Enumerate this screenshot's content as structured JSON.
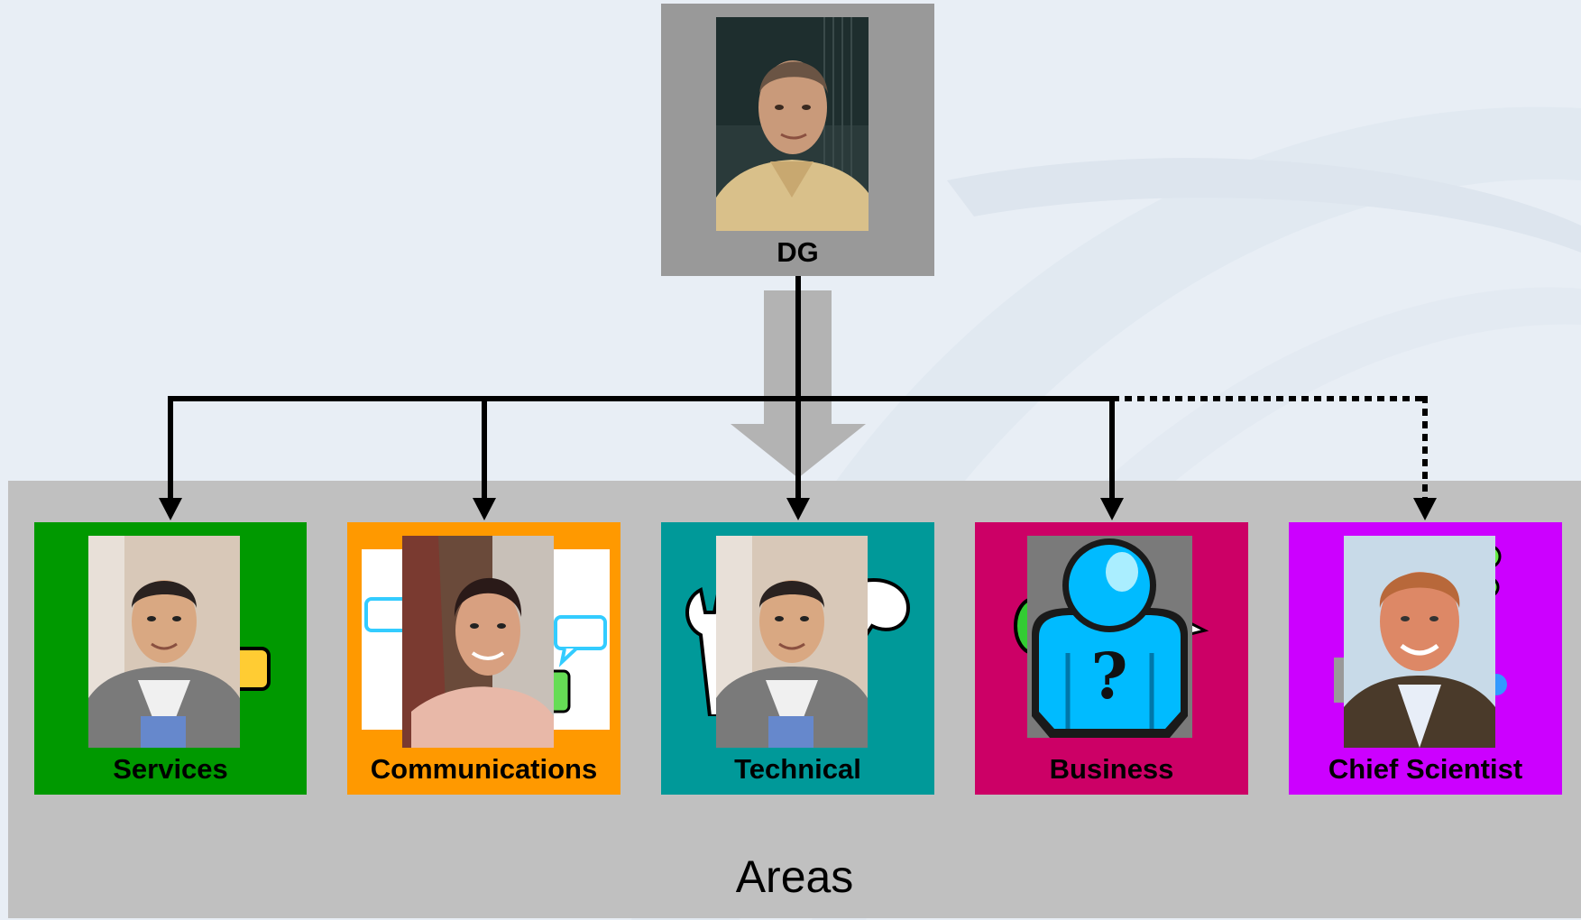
{
  "diagram": {
    "root": {
      "label": "DG",
      "color": "#999999",
      "photo_icon": "person-photo-icon"
    },
    "areas_label": "Areas",
    "areas_color": "#c0c0c0",
    "units": [
      {
        "label": "Services",
        "color": "#009900",
        "photo_icon": "person-photo-icon",
        "link": "solid"
      },
      {
        "label": "Communications",
        "color": "#ff9900",
        "photo_icon": "person-photo-icon",
        "link": "solid"
      },
      {
        "label": "Technical",
        "color": "#009999",
        "photo_icon": "person-photo-icon",
        "link": "solid"
      },
      {
        "label": "Business",
        "color": "#cc0066",
        "photo_icon": "unknown-person-icon",
        "link": "solid"
      },
      {
        "label": "Chief Scientist",
        "color": "#cc00ff",
        "photo_icon": "person-photo-icon",
        "link": "dotted"
      }
    ]
  }
}
